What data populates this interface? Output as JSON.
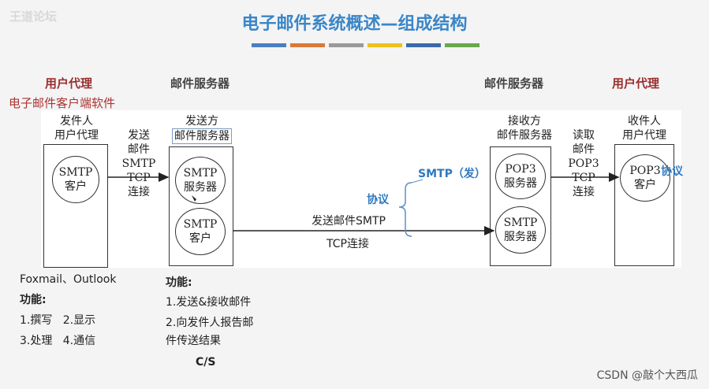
{
  "watermark": "王道论坛",
  "title": "电子邮件系统概述—组成结构",
  "color_bars": [
    "#4a7fc0",
    "#d9793a",
    "#9a9a9a",
    "#e9c21c",
    "#3a6aa8",
    "#6aa84f"
  ],
  "left_agent": {
    "heading": "用户代理",
    "subheading": "电子邮件客户端软件",
    "box_label_1": "发件人",
    "box_label_2": "用户代理",
    "circle_1": "SMTP",
    "circle_2": "客户"
  },
  "left_arrow": [
    "发送",
    "邮件",
    "SMTP",
    "TCP",
    "连接"
  ],
  "sender_server": {
    "heading": "邮件服务器",
    "label_1": "发送方",
    "label_2": "邮件服务器",
    "top_circle_1": "SMTP",
    "top_circle_2": "服务器",
    "bottom_circle_1": "SMTP",
    "bottom_circle_2": "客户"
  },
  "middle": {
    "protocol": "协议",
    "smtp_send": "SMTP（发）",
    "send_label": "发送邮件SMTP",
    "tcp_label": "TCP连接"
  },
  "receiver_server": {
    "heading": "邮件服务器",
    "label_1": "接收方",
    "label_2": "邮件服务器",
    "top_circle_1": "POP3",
    "top_circle_2": "服务器",
    "bottom_circle_1": "SMTP",
    "bottom_circle_2": "服务器"
  },
  "right_arrow": [
    "读取",
    "邮件",
    "POP3",
    "TCP",
    "连接"
  ],
  "right_agent": {
    "heading": "用户代理",
    "box_label_1": "收件人",
    "box_label_2": "用户代理",
    "circle_1": "POP3",
    "circle_2": "客户",
    "protocol": "协议"
  },
  "notes_left": {
    "clients": "Foxmail、Outlook",
    "func_title": "功能:",
    "line1": "1.撰写   2.显示",
    "line2": "3.处理   4.通信"
  },
  "notes_mid": {
    "func_title": "功能:",
    "line1": "1.发送&接收邮件",
    "line2": "2.向发件人报告邮",
    "line3": "件传送结果",
    "mode": "C/S"
  },
  "footer": "CSDN @敲个大西瓜"
}
